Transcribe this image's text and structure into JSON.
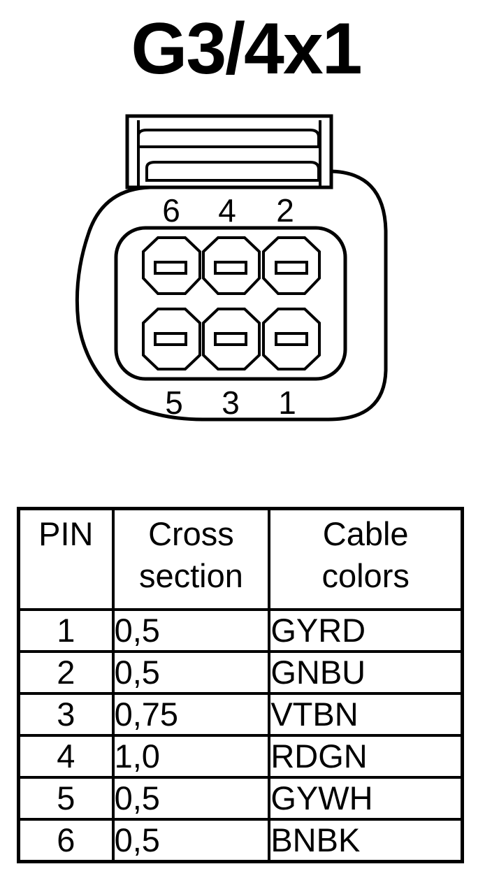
{
  "title": "G3/4x1",
  "connector": {
    "top_row_labels": [
      "6",
      "4",
      "2"
    ],
    "bottom_row_labels": [
      "5",
      "3",
      "1"
    ]
  },
  "table": {
    "headers": [
      [
        "PIN"
      ],
      [
        "Cross",
        "section"
      ],
      [
        "Cable",
        "colors"
      ]
    ],
    "rows": [
      {
        "pin": "1",
        "cross_section": "0,5",
        "colors": "GYRD"
      },
      {
        "pin": "2",
        "cross_section": "0,5",
        "colors": "GNBU"
      },
      {
        "pin": "3",
        "cross_section": "0,75",
        "colors": "VTBN"
      },
      {
        "pin": "4",
        "cross_section": "1,0",
        "colors": "RDGN"
      },
      {
        "pin": "5",
        "cross_section": "0,5",
        "colors": "GYWH"
      },
      {
        "pin": "6",
        "cross_section": "0,5",
        "colors": "BNBK"
      }
    ]
  }
}
